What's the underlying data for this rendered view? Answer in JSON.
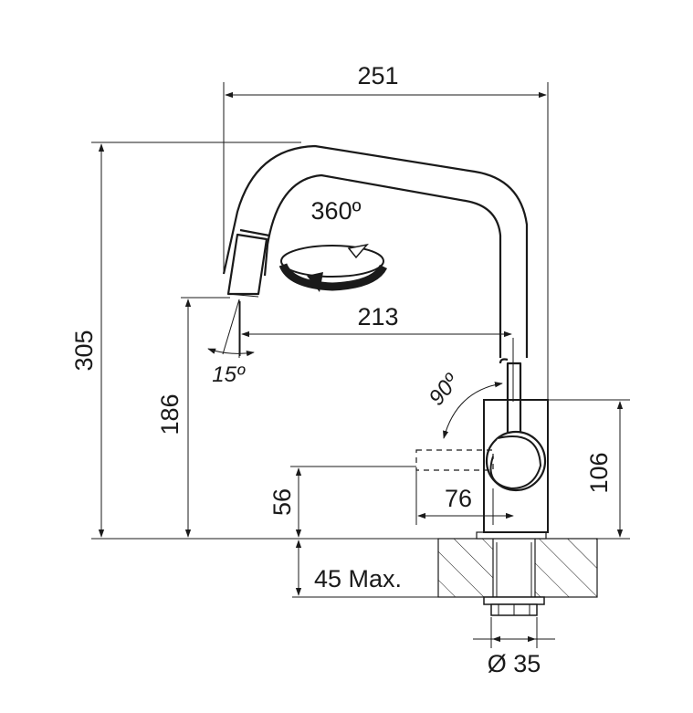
{
  "dimensions": {
    "total_width": "251",
    "total_height": "305",
    "spout_height": "186",
    "spout_reach": "213",
    "rotation": "360º",
    "spray_angle": "15º",
    "lever_angle": "90º",
    "body_height": "106",
    "lever_height": "56",
    "lever_reach": "76",
    "max_thickness": "45 Max.",
    "hole_diameter": "Ø 35"
  },
  "icons": [
    "rotation-arrow-icon"
  ],
  "colors": {
    "line": "#1a1a1a",
    "hatch": "#1a1a1a",
    "background": "#ffffff"
  }
}
